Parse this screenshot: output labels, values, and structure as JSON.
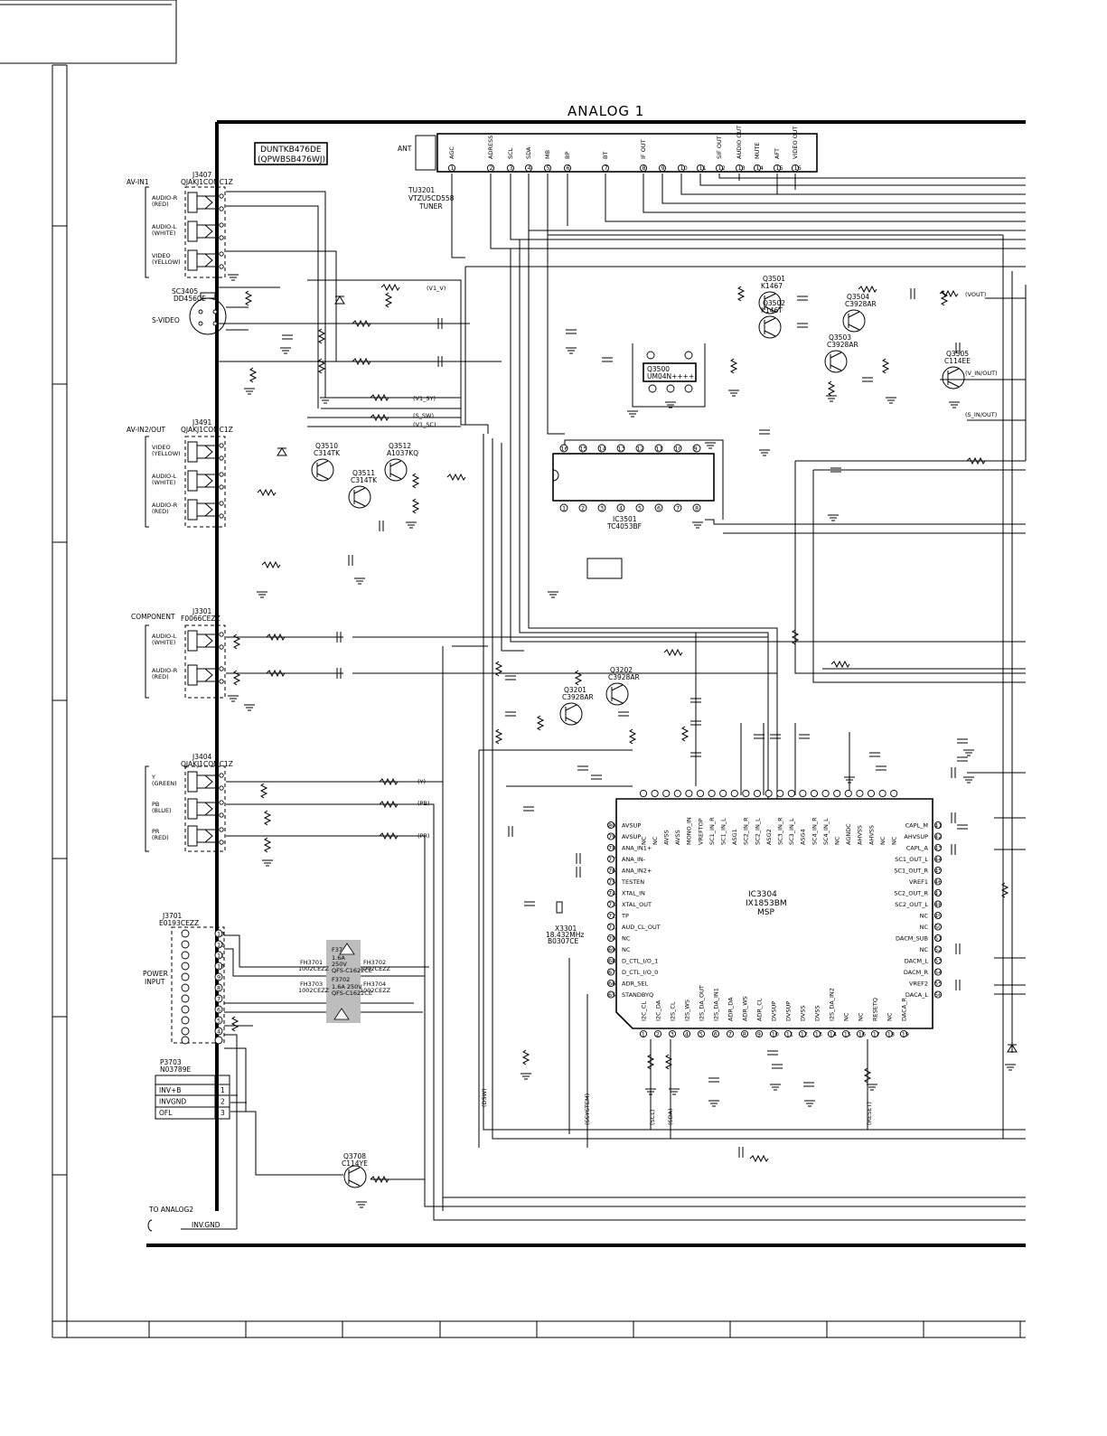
{
  "sheet_title": "ANALOG 1",
  "tuner": {
    "model": "DUNTKB476DE",
    "part": "(QPWBSB476WJ)",
    "ant_label": "ANT",
    "ref": "TU3201",
    "part2": "VTZU5CD558",
    "name": "TUNER",
    "pins": [
      "AGC",
      "ADRESS",
      "SCL",
      "SDA",
      "MB",
      "BP",
      "BT",
      "IF OUT",
      "",
      "",
      "",
      "SIF OUT",
      "AUDIO OUT",
      "MUTE",
      "AFT",
      "VIDEO OUT"
    ]
  },
  "inputs": [
    {
      "id": "av1",
      "label": "AV-IN1",
      "ref": "J3407",
      "part": "QJAKJ1COMC1Z",
      "channels": [
        "AUDIO-R (RED)",
        "AUDIO-L (WHITE)",
        "VIDEO (YELLOW)"
      ]
    },
    {
      "id": "svideo",
      "label": "S-VIDEO",
      "ref": "SC3405",
      "part": "DD456CE"
    },
    {
      "id": "av2",
      "label": "AV-IN2/OUT",
      "ref": "J3491",
      "part": "QJAKJ1COMC1Z",
      "channels": [
        "VIDEO (YELLOW)",
        "AUDIO-L (WHITE)",
        "AUDIO-R (RED)"
      ]
    },
    {
      "id": "comp",
      "label": "COMPONENT",
      "ref": "J3301",
      "part": "F0066CEZZ",
      "channels": [
        "AUDIO-L (WHITE)",
        "AUDIO-R (RED)"
      ]
    },
    {
      "id": "ypbpr",
      "label": "",
      "ref": "J3404",
      "part": "QJAKJ1COMC1Z",
      "channels": [
        "Y (GREEN)",
        "PB (BLUE)",
        "PR (RED)"
      ]
    }
  ],
  "power": {
    "label": "POWER INPUT",
    "ref": "J3701",
    "part": "E0193CEZZ"
  },
  "connector_table": {
    "ref": "P3703",
    "part": "N03789E",
    "rows": [
      {
        "name": "INV+B",
        "pin": "1"
      },
      {
        "name": "INVGND",
        "pin": "2"
      },
      {
        "name": "OFL",
        "pin": "3"
      }
    ]
  },
  "ic3501": {
    "ref": "IC3501",
    "part": "TC4053BF"
  },
  "ic3304": {
    "ref": "IC3304",
    "part": "IX1853BM",
    "name": "MSP",
    "left_pins": [
      "AVSUP",
      "AVSUP",
      "ANA_IN1+",
      "ANA_IN-",
      "ANA_IN2+",
      "TESTEN",
      "XTAL_IN",
      "XTAL_OUT",
      "TP",
      "AUD_CL_OUT",
      "NC",
      "NC",
      "D_CTL_I/O_1",
      "D_CTL_I/O_0",
      "ADR_SEL",
      "STANDBYQ"
    ],
    "right_pins": [
      "CAPL_M",
      "AHVSUP",
      "CAPL_A",
      "SC1_OUT_L",
      "SC1_OUT_R",
      "VREF1",
      "SC2_OUT_R",
      "SC2_OUT_L",
      "NC",
      "NC",
      "DACM_SUB",
      "NC",
      "DACM_L",
      "DACM_R",
      "VREF2",
      "DACA_L"
    ],
    "top_pins": [
      "NC",
      "NC",
      "AVSS",
      "AVSS",
      "MONO_IN",
      "VREFTOP",
      "SC1_IN_R",
      "SC1_IN_L",
      "ASG1",
      "SC2_IN_R",
      "SC2_IN_L",
      "ASG2",
      "SC3_IN_R",
      "SC3_IN_L",
      "ASG4",
      "SC4_IN_R",
      "SC4_IN_L",
      "NC",
      "AGNDC",
      "AHVSS",
      "AHVSS",
      "NC",
      "NC"
    ],
    "bottom_pins": [
      "I2C_CL",
      "I2C_DA",
      "I2S_CL",
      "I2S_WS",
      "I2S_DA_OUT",
      "I2S_DA_IN1",
      "ADR_DA",
      "ADR_WS",
      "ADR_CL",
      "DVSUP",
      "DVSUP",
      "DVSS",
      "DVSS",
      "I2S_DA_IN2",
      "NC",
      "NC",
      "RESETQ",
      "NC",
      "DACA_R"
    ]
  },
  "transistors": [
    {
      "ref": "Q3510",
      "part": "C314TK"
    },
    {
      "ref": "Q3511",
      "part": "C314TK"
    },
    {
      "ref": "Q3512",
      "part": "A1037KQ"
    },
    {
      "ref": "Q3501",
      "part": "K1467"
    },
    {
      "ref": "Q3502",
      "part": "K146T"
    },
    {
      "ref": "Q3503",
      "part": "C3928AR"
    },
    {
      "ref": "Q3504",
      "part": "C3928AR"
    },
    {
      "ref": "Q3505",
      "part": "C114EE"
    },
    {
      "ref": "Q3201",
      "part": "C3928AR"
    },
    {
      "ref": "Q3202",
      "part": "C3928AR"
    },
    {
      "ref": "Q3708",
      "part": "C114YE"
    },
    {
      "ref": "Q3500",
      "part": "UM04N++++"
    }
  ],
  "signals": [
    "(V1_V)",
    "(V1_SY)",
    "(S_SW)",
    "(V1_SC)",
    "(VOUT)",
    "(V_IN/OUT)",
    "(S_IN/OUT)",
    "(Y)",
    "(PB)",
    "(PR)",
    "(DSW)",
    "(SSYSTEM)",
    "(SCL)",
    "(SDA)",
    "(RESET)"
  ],
  "fuse_block": {
    "lines": [
      "F3701",
      "1.6A",
      "250V",
      "QFS-C1622CE",
      "F3702",
      "1.6A 250V",
      "QFS-C1622CE"
    ],
    "holders": [
      "FH3701",
      "1002CEZZ",
      "FH3702",
      "1002CEZZ",
      "FH3703",
      "1002CEZZ",
      "FH3704",
      "1002CEZZ"
    ]
  },
  "footer": {
    "to_label": "TO ANALOG2",
    "inv_gnd": "INV.GND"
  },
  "crystal": {
    "ref": "X3301",
    "part": "18.432MHz",
    "part2": "B0307CE"
  },
  "colors": {
    "ink": "#000000",
    "paper": "#ffffff",
    "warning_fill": "#bdbdbd"
  }
}
